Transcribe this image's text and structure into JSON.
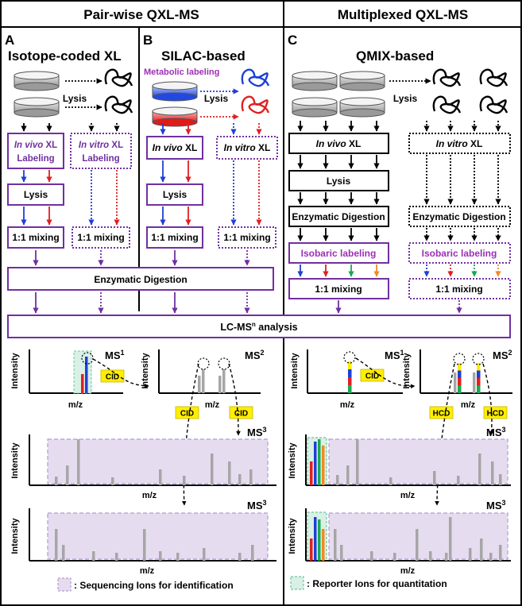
{
  "headers": {
    "left": "Pair-wise QXL-MS",
    "right": "Multiplexed QXL-MS"
  },
  "panels": {
    "A": {
      "letter": "A",
      "title": "Isotope-coded XL"
    },
    "B": {
      "letter": "B",
      "title": "SILAC-based",
      "subtitle": "Metabolic labeling"
    },
    "C": {
      "letter": "C",
      "title": "QMIX-based"
    }
  },
  "steps": {
    "lysis": "Lysis",
    "in_vivo_italic": "In vivo",
    "in_vitro_italic": "In vitro",
    "xl": "XL",
    "xl_labeling": "XL",
    "labeling": "Labeling",
    "mixing": "1:1 mixing",
    "enzymatic_digestion": "Enzymatic Digestion",
    "isobaric_labeling": "Isobaric labeling",
    "lcms_prefix": "LC-MS",
    "lcms_sup": "n",
    "lcms_suffix": " analysis"
  },
  "spectra": {
    "ms": "MS",
    "sup1": "1",
    "sup2": "2",
    "sup3": "3",
    "intensity": "Intensity",
    "mz": "m/z",
    "cid": "CID",
    "hcd": "HCD"
  },
  "legend": {
    "sequencing": ": Sequencing Ions for identification",
    "reporter": ": Reporter Ions for quantitation"
  },
  "colors": {
    "purple": "#7030a0",
    "blue": "#1f3fd6",
    "red": "#e02020",
    "green": "#1aa850",
    "orange": "#f08a24",
    "yellow": "#ffee00",
    "gray": "#a6a6a6",
    "lavender": "#e6dcf0",
    "mint": "#d8f0e6"
  }
}
